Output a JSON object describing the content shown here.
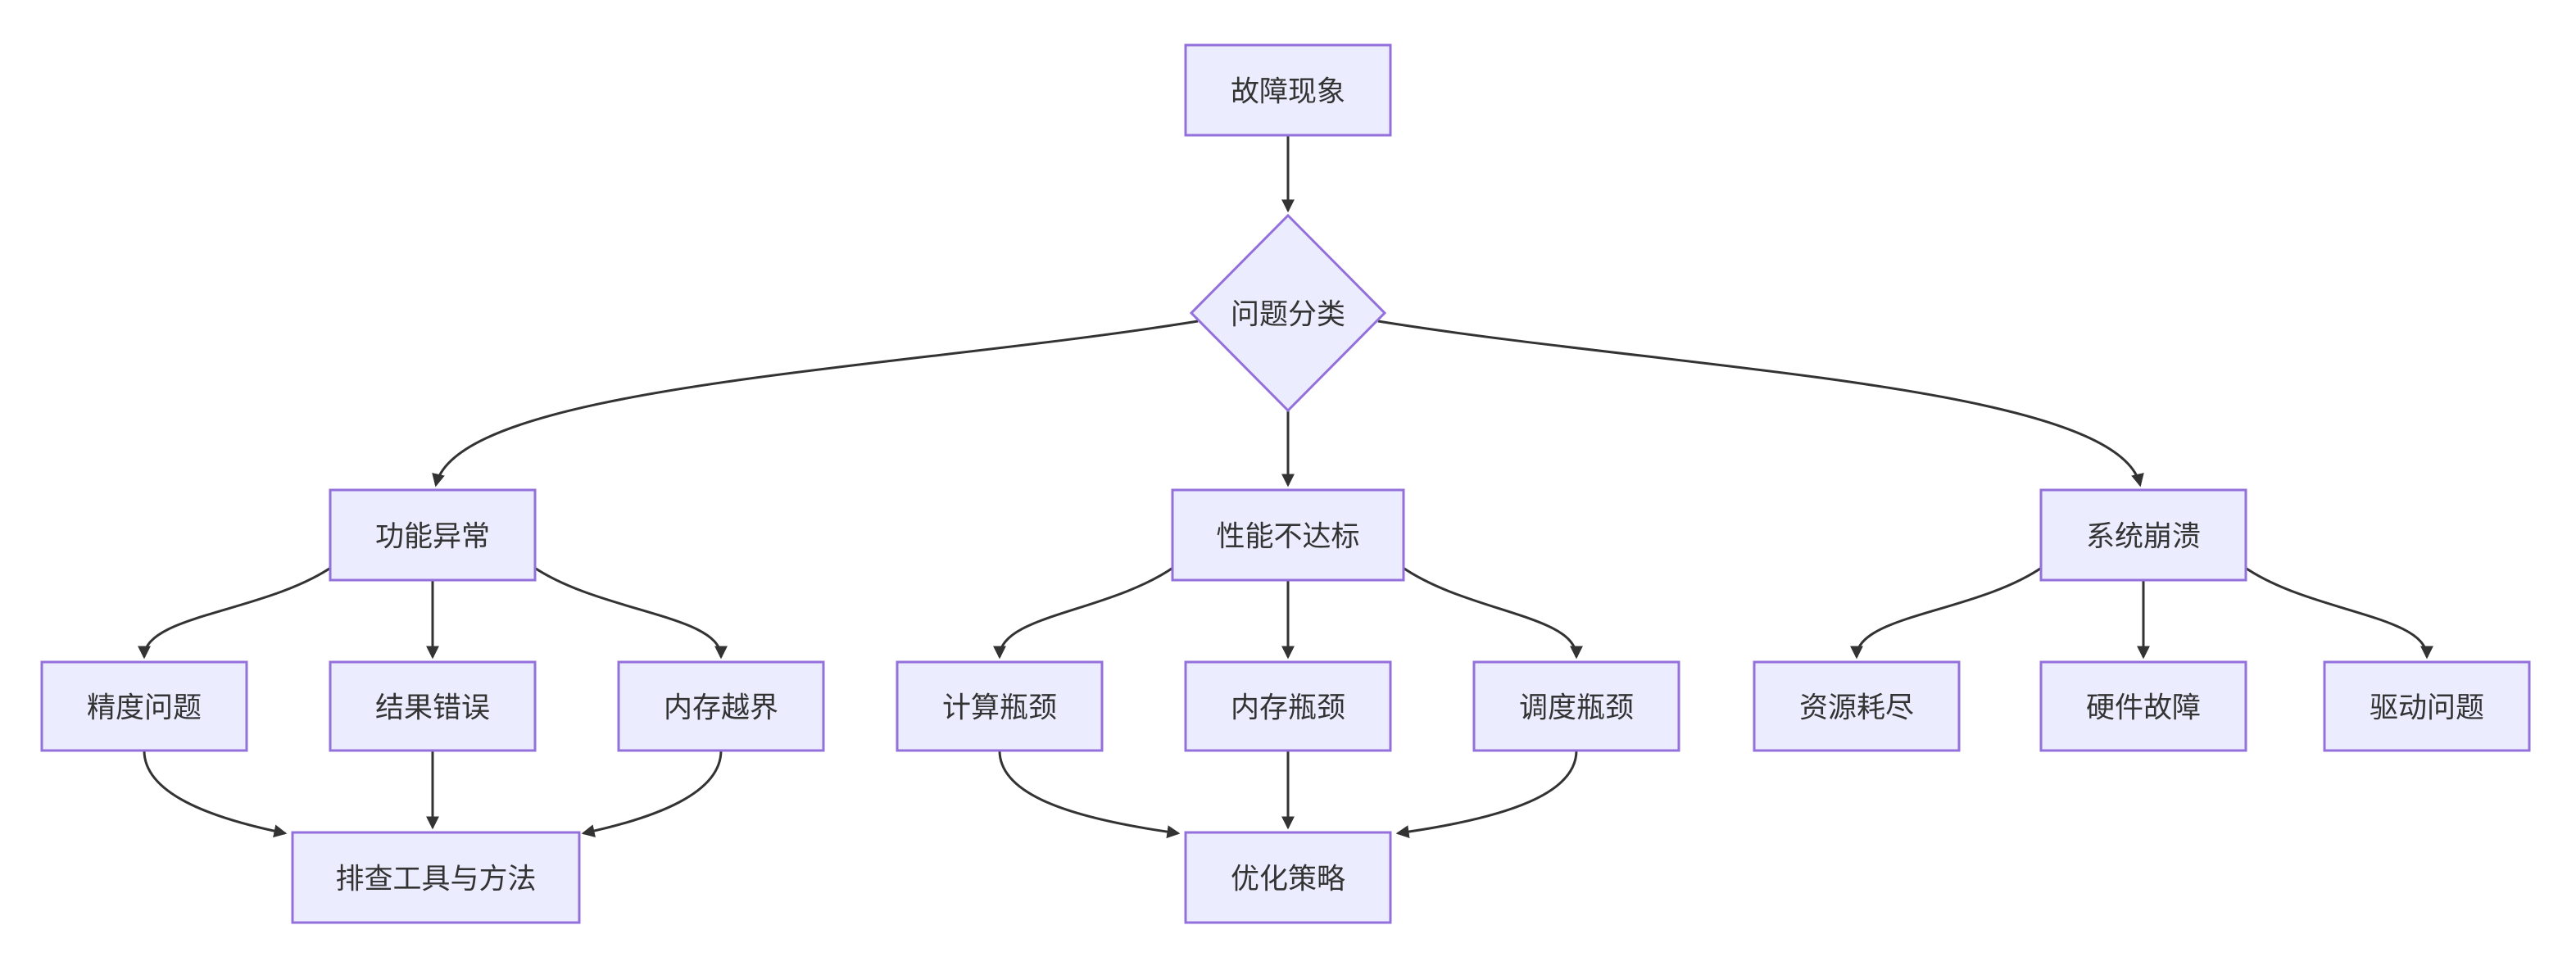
{
  "diagram": {
    "type": "flowchart",
    "direction": "top-down",
    "colors": {
      "node_fill": "#ECECFF",
      "node_border": "#9370DB",
      "edge": "#333333",
      "text": "#333333",
      "background": "#ffffff"
    },
    "nodes": {
      "fault": {
        "label": "故障现象",
        "shape": "rectangle"
      },
      "classify": {
        "label": "问题分类",
        "shape": "diamond"
      },
      "func": {
        "label": "功能异常",
        "shape": "rectangle"
      },
      "perf": {
        "label": "性能不达标",
        "shape": "rectangle"
      },
      "crash": {
        "label": "系统崩溃",
        "shape": "rectangle"
      },
      "precision": {
        "label": "精度问题",
        "shape": "rectangle"
      },
      "wrong_result": {
        "label": "结果错误",
        "shape": "rectangle"
      },
      "memory_oob": {
        "label": "内存越界",
        "shape": "rectangle"
      },
      "compute_bottleneck": {
        "label": "计算瓶颈",
        "shape": "rectangle"
      },
      "memory_bottleneck": {
        "label": "内存瓶颈",
        "shape": "rectangle"
      },
      "sched_bottleneck": {
        "label": "调度瓶颈",
        "shape": "rectangle"
      },
      "resource_exhausted": {
        "label": "资源耗尽",
        "shape": "rectangle"
      },
      "hardware_fault": {
        "label": "硬件故障",
        "shape": "rectangle"
      },
      "driver_issue": {
        "label": "驱动问题",
        "shape": "rectangle"
      },
      "troubleshoot_tools": {
        "label": "排查工具与方法",
        "shape": "rectangle"
      },
      "optimize_strategy": {
        "label": "优化策略",
        "shape": "rectangle"
      }
    },
    "edges": [
      {
        "from": "fault",
        "to": "classify"
      },
      {
        "from": "classify",
        "to": "func"
      },
      {
        "from": "classify",
        "to": "perf"
      },
      {
        "from": "classify",
        "to": "crash"
      },
      {
        "from": "func",
        "to": "precision"
      },
      {
        "from": "func",
        "to": "wrong_result"
      },
      {
        "from": "func",
        "to": "memory_oob"
      },
      {
        "from": "perf",
        "to": "compute_bottleneck"
      },
      {
        "from": "perf",
        "to": "memory_bottleneck"
      },
      {
        "from": "perf",
        "to": "sched_bottleneck"
      },
      {
        "from": "crash",
        "to": "resource_exhausted"
      },
      {
        "from": "crash",
        "to": "hardware_fault"
      },
      {
        "from": "crash",
        "to": "driver_issue"
      },
      {
        "from": "precision",
        "to": "troubleshoot_tools"
      },
      {
        "from": "wrong_result",
        "to": "troubleshoot_tools"
      },
      {
        "from": "memory_oob",
        "to": "troubleshoot_tools"
      },
      {
        "from": "compute_bottleneck",
        "to": "optimize_strategy"
      },
      {
        "from": "memory_bottleneck",
        "to": "optimize_strategy"
      },
      {
        "from": "sched_bottleneck",
        "to": "optimize_strategy"
      }
    ]
  }
}
